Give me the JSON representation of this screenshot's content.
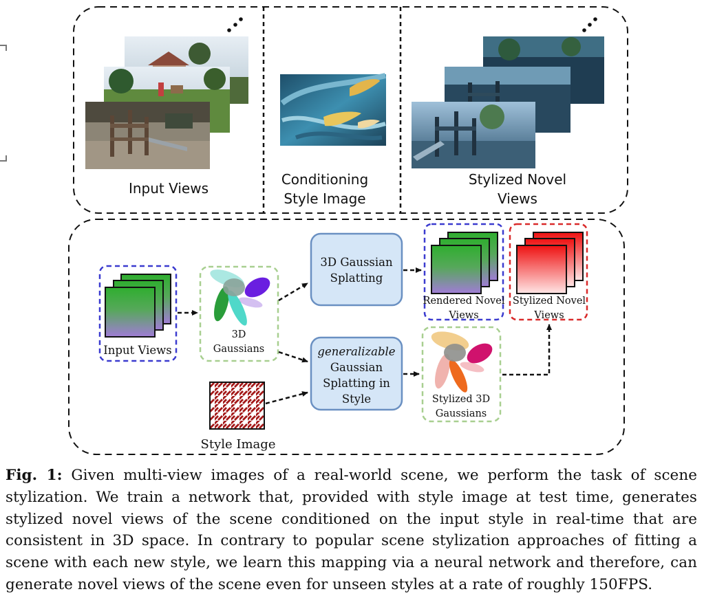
{
  "top_panel": {
    "input_views_label": "Input Views",
    "style_label_line1": "Conditioning",
    "style_label_line2": "Style Image",
    "output_label_line1": "Stylized Novel",
    "output_label_line2": "Views"
  },
  "pipeline": {
    "input_views_label": "Input Views",
    "gaussians_label_line1": "3D",
    "gaussians_label_line2": "Gaussians",
    "splatting_line1": "3D Gaussian",
    "splatting_line2": "Splatting",
    "generalizable_line1": "generalizable",
    "generalizable_line2": "Gaussian",
    "generalizable_line3": "Splatting in",
    "generalizable_line4": "Style",
    "rendered_line1": "Rendered Novel",
    "rendered_line2": "Views",
    "stylized_line1": "Stylized Novel",
    "stylized_line2": "Views",
    "stylized_gaussians_line1": "Stylized 3D",
    "stylized_gaussians_line2": "Gaussians",
    "style_image_label": "Style Image"
  },
  "colors": {
    "blue_dash": "#3b3bcf",
    "red_dash": "#d92a2a",
    "green_dash": "#a8cf90",
    "box_fill": "#d5e6f7",
    "box_stroke": "#6a90c2"
  },
  "caption": {
    "label": "Fig. 1:",
    "text": "Given multi-view images of a real-world scene, we perform the task of scene stylization. We train a network that, provided with style image at test time, generates stylized novel views of the scene conditioned on the input style in real-time that are consistent in 3D space. In contrary to popular scene stylization approaches of fitting a scene with each new style, we learn this mapping via a neural network and therefore, can generate novel views of the scene even for unseen styles at a rate of roughly 150FPS."
  }
}
